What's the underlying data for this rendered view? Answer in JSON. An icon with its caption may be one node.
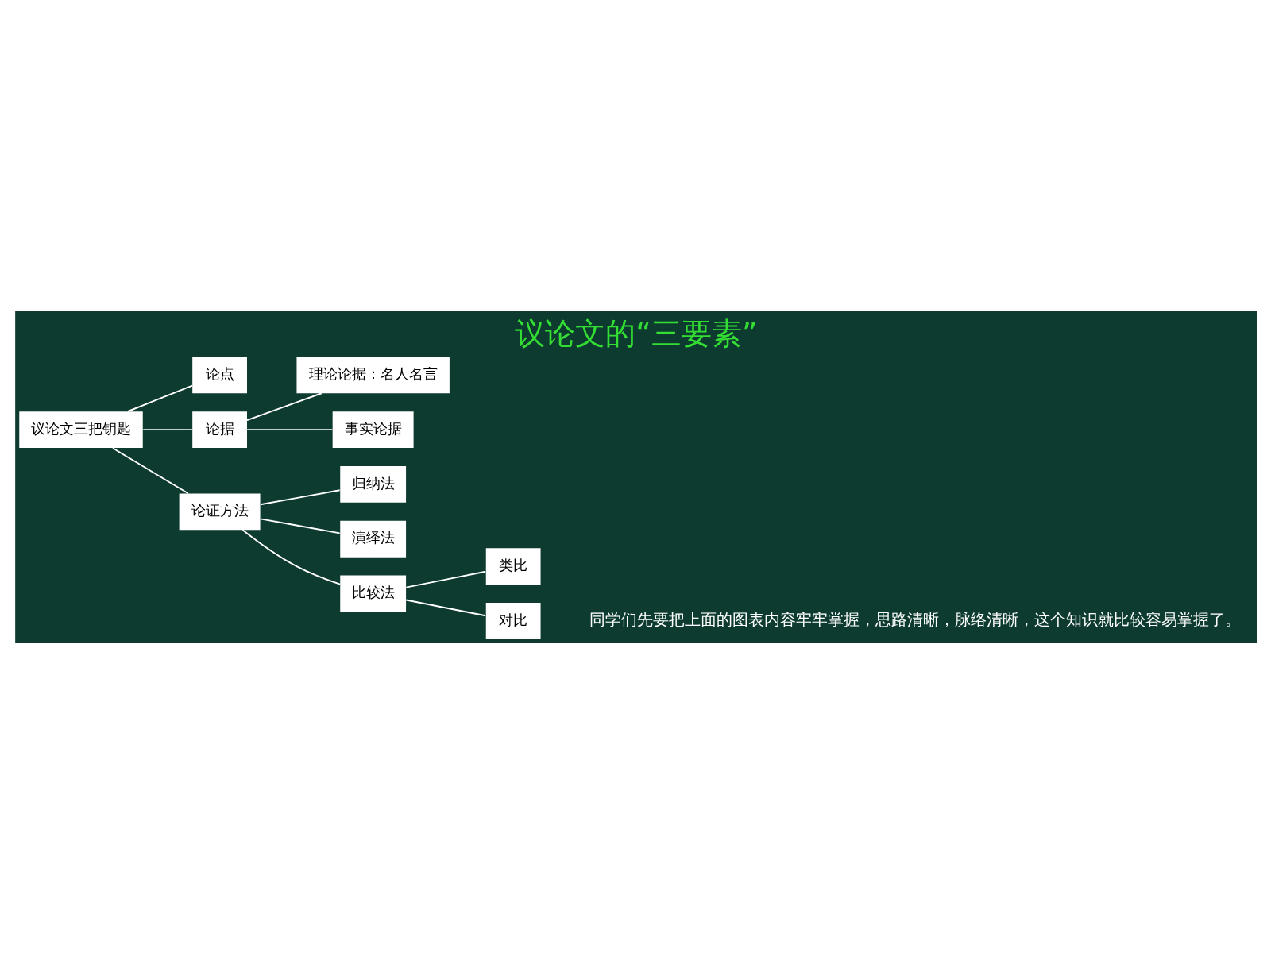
{
  "diagram": {
    "title": "议论文的“三要素”",
    "caption": "同学们先要把上面的图表内容牢牢掌握，思路清晰，脉络清晰，这个知识就比较容易掌握了。",
    "nodes": [
      {
        "text": [
          "议论文三把钥匙"
        ]
      },
      {
        "text": [
          "论点"
        ]
      },
      {
        "text": [
          "论据"
        ]
      },
      {
        "text": [
          "理论论据：名人名言"
        ]
      },
      {
        "text": [
          "事实论据"
        ]
      },
      {
        "text": [
          "论证方法"
        ]
      },
      {
        "text": [
          "归纳法"
        ]
      },
      {
        "text": [
          "演绎法"
        ]
      },
      {
        "text": [
          "比较法"
        ]
      },
      {
        "text": [
          "类比"
        ]
      },
      {
        "text": [
          "对比"
        ]
      }
    ],
    "edges": [
      {
        "from": 0,
        "to": 1,
        "arrow": "none"
      },
      {
        "from": 0,
        "to": 2,
        "arrow": "none"
      },
      {
        "from": 0,
        "to": 5,
        "arrow": "none"
      },
      {
        "from": 2,
        "to": 3,
        "arrow": "none"
      },
      {
        "from": 2,
        "to": 4,
        "arrow": "none"
      },
      {
        "from": 5,
        "to": 6,
        "arrow": "none"
      },
      {
        "from": 5,
        "to": 7,
        "arrow": "none"
      },
      {
        "from": 5,
        "to": 8,
        "arrow": "none"
      },
      {
        "from": 8,
        "to": 9,
        "arrow": "none"
      },
      {
        "from": 8,
        "to": 10,
        "arrow": "none"
      }
    ]
  }
}
